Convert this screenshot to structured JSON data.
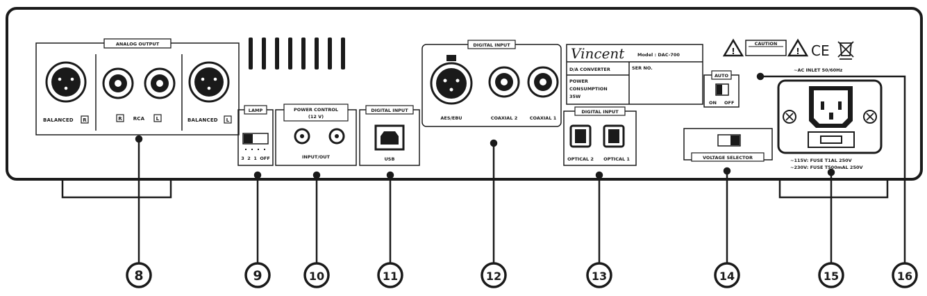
{
  "panel": {
    "analog_output_title": "ANALOG OUTPUT",
    "balanced_r": "BALANCED",
    "balanced_r_mark": "R",
    "balanced_l": "BALANCED",
    "balanced_l_mark": "L",
    "rca_label": "RCA",
    "rca_r_mark": "R",
    "rca_l_mark": "L",
    "lamp_title": "LAMP",
    "lamp_positions": "3  2  1  OFF",
    "power_control_title": "POWER CONTROL",
    "power_control_sub": "(12 V)",
    "power_control_io": "INPUT/OUT",
    "usb_title": "DIGITAL INPUT",
    "usb_label": "USB",
    "digital_input_title": "DIGITAL INPUT",
    "aes_label": "AES/EBU",
    "coaxial2_label": "COAXIAL 2",
    "coaxial1_label": "COAXIAL 1",
    "brand": "Vincent",
    "model": "Model : DAC-700",
    "da_converter": "D/A CONVERTER",
    "ser_no": "SER NO.",
    "power_consumption_1": "POWER",
    "power_consumption_2": "CONSUMPTION",
    "power_consumption_3": "35W",
    "optical_title": "DIGITAL INPUT",
    "optical2_label": "OPTICAL 2",
    "optical1_label": "OPTICAL 1",
    "caution": "CAUTION",
    "ce_mark": "CE",
    "auto_title": "AUTO",
    "auto_on": "ON",
    "auto_off": "OFF",
    "ac_inlet": "~AC INLET 50/60Hz",
    "voltage_selector": "VOLTAGE SELECTOR",
    "fuse_1": "~115V: FUSE T1AL 250V",
    "fuse_2": "~230V: FUSE T500mAL 250V"
  },
  "callouts": [
    "8",
    "9",
    "10",
    "11",
    "12",
    "13",
    "14",
    "15",
    "16"
  ],
  "colors": {
    "ink": "#1a1a1a",
    "paper": "#ffffff"
  }
}
